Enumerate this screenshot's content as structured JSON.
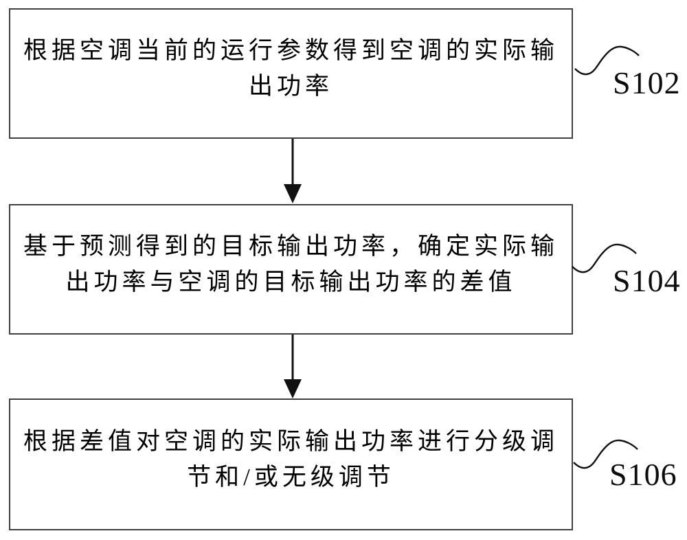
{
  "figure": {
    "type": "flowchart",
    "steps": [
      {
        "label": "S102",
        "text": "根据空调当前的运行参数得到空调的实际输出功率",
        "lines": [
          "根据空调当前的运行参数得到空调的实际输",
          "出功率"
        ]
      },
      {
        "label": "S104",
        "text": "基于预测得到的目标输出功率，确定实际输出功率与空调的目标输出功率的差值",
        "lines": [
          "基于预测得到的目标输出功率，确定实际输",
          "出功率与空调的目标输出功率的差值"
        ]
      },
      {
        "label": "S106",
        "text": "根据差值对空调的实际输出功率进行分级调节和/或无级调节",
        "lines": [
          "根据差值对空调的实际输出功率进行分级调",
          "节和/或无级调节"
        ]
      }
    ],
    "connectors": [
      {
        "from": "S102",
        "to": "S104",
        "type": "arrow-down"
      },
      {
        "from": "S104",
        "to": "S106",
        "type": "arrow-down"
      }
    ],
    "colors": {
      "background": "#ffffff",
      "box_border": "#3f3f3f",
      "text": "#000000",
      "line": "#111111"
    }
  }
}
